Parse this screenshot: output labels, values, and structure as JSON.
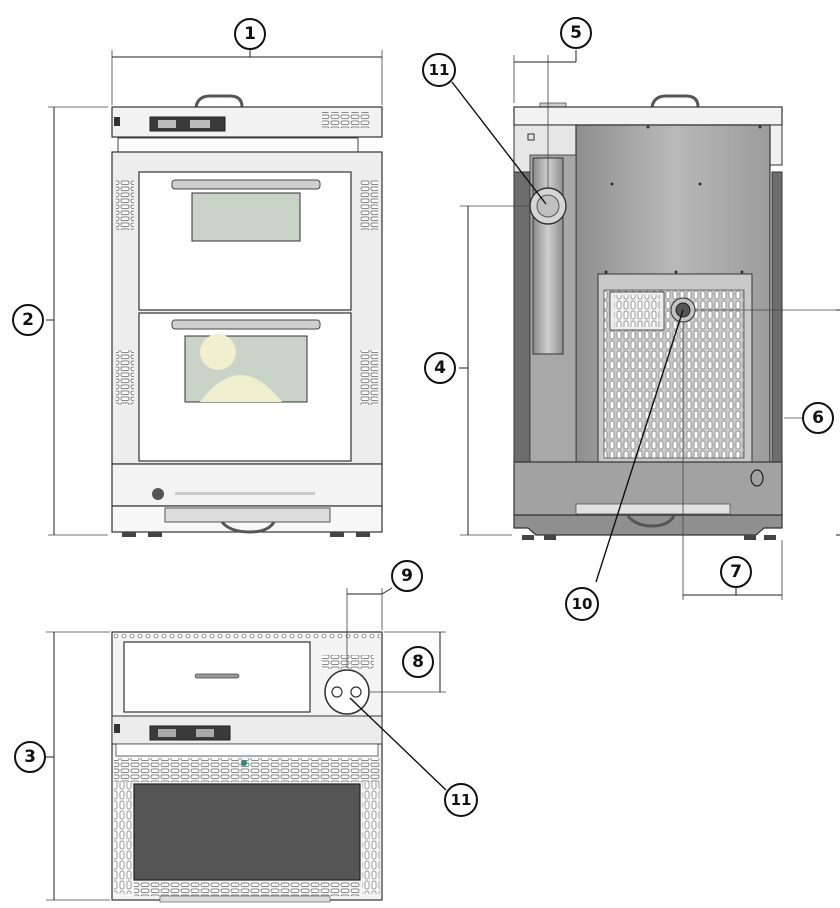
{
  "callouts": {
    "c1": "1",
    "c2": "2",
    "c3": "3",
    "c4": "4",
    "c5": "5",
    "c6": "6",
    "c7": "7",
    "c8": "8",
    "c9": "9",
    "c10": "10",
    "c11a": "11",
    "c11b": "11"
  },
  "colors": {
    "steel": "#d9d9d9",
    "dark_panel": "#9a9a9a",
    "glass": "#c6cfc5",
    "glass_dark": "#555555"
  }
}
